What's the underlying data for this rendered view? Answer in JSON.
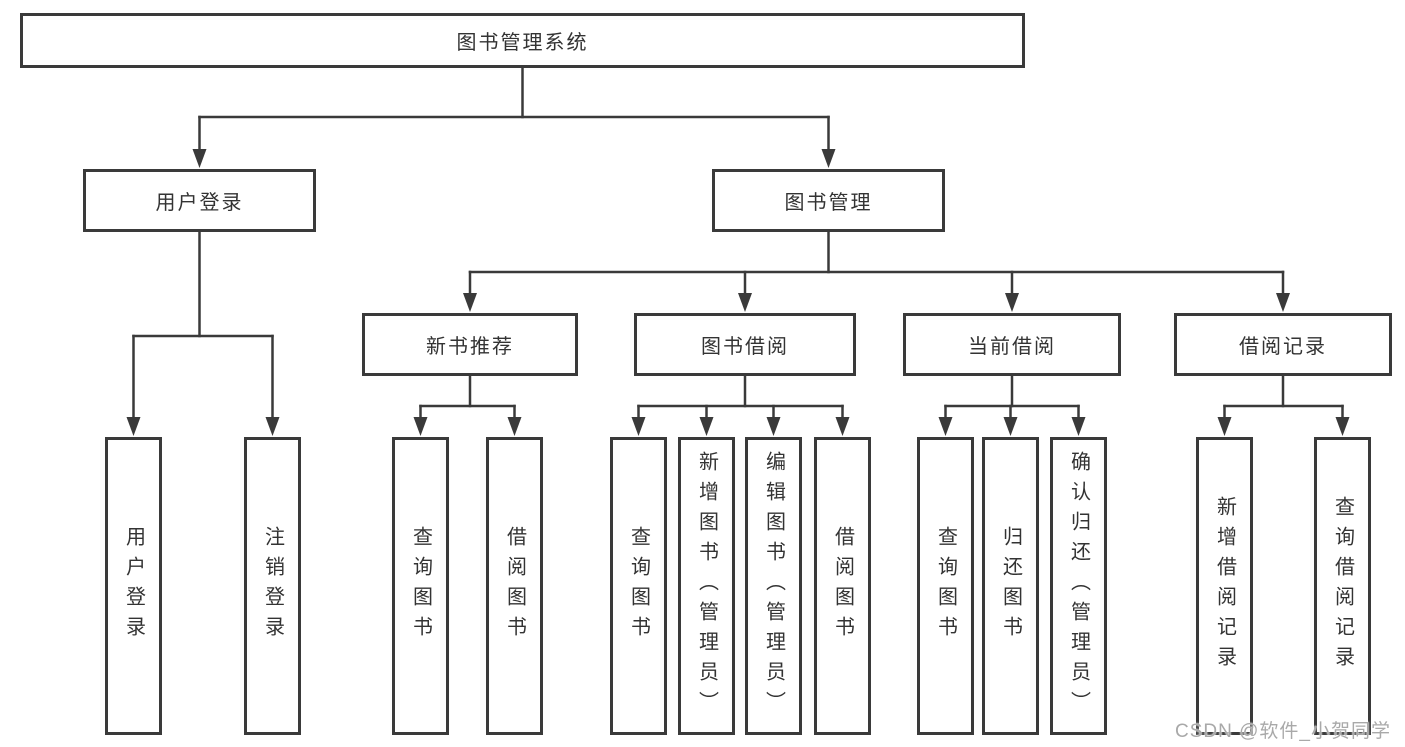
{
  "nodes": {
    "root": {
      "label": "图书管理系统"
    },
    "user-login": {
      "label": "用户登录"
    },
    "book-management": {
      "label": "图书管理"
    },
    "new-book-recommend": {
      "label": "新书推荐"
    },
    "book-borrow": {
      "label": "图书借阅"
    },
    "current-borrow": {
      "label": "当前借阅"
    },
    "borrow-records": {
      "label": "借阅记录"
    },
    "leaf-user-login": {
      "label": "用户登录"
    },
    "leaf-logout": {
      "label": "注销登录"
    },
    "leaf-query-book-1": {
      "label": "查询图书"
    },
    "leaf-borrow-book-1": {
      "label": "借阅图书"
    },
    "leaf-query-book-2": {
      "label": "查询图书"
    },
    "leaf-add-book": {
      "label": "新增图书（管理员）"
    },
    "leaf-edit-book": {
      "label": "编辑图书（管理员）"
    },
    "leaf-borrow-book-2": {
      "label": "借阅图书"
    },
    "leaf-query-book-3": {
      "label": "查询图书"
    },
    "leaf-return-book": {
      "label": "归还图书"
    },
    "leaf-confirm-return": {
      "label": "确认归还（管理员）"
    },
    "leaf-add-borrow-record": {
      "label": "新增借阅记录"
    },
    "leaf-query-borrow-record": {
      "label": "查询借阅记录"
    }
  },
  "edges": [
    {
      "from": "root",
      "to": [
        "user-login",
        "book-management"
      ]
    },
    {
      "from": "user-login",
      "to": [
        "leaf-user-login",
        "leaf-logout"
      ]
    },
    {
      "from": "book-management",
      "to": [
        "new-book-recommend",
        "book-borrow",
        "current-borrow",
        "borrow-records"
      ]
    },
    {
      "from": "new-book-recommend",
      "to": [
        "leaf-query-book-1",
        "leaf-borrow-book-1"
      ]
    },
    {
      "from": "book-borrow",
      "to": [
        "leaf-query-book-2",
        "leaf-add-book",
        "leaf-edit-book",
        "leaf-borrow-book-2"
      ]
    },
    {
      "from": "current-borrow",
      "to": [
        "leaf-query-book-3",
        "leaf-return-book",
        "leaf-confirm-return"
      ]
    },
    {
      "from": "borrow-records",
      "to": [
        "leaf-add-borrow-record",
        "leaf-query-borrow-record"
      ]
    }
  ],
  "watermark": {
    "text": "CSDN @软件_小贺同学"
  },
  "colors": {
    "line": "#3a3a3a",
    "box_border": "#3a3a3a",
    "text": "#333333",
    "watermark": "#a9a9a9",
    "background": "#ffffff"
  }
}
